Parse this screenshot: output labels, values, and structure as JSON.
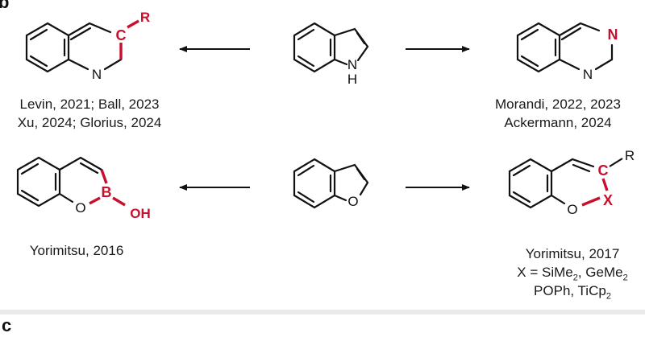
{
  "panels": {
    "b": "b",
    "c": "c"
  },
  "atoms": {
    "indole_n": "N",
    "indole_h": "H",
    "quinoline_n": "N",
    "quinoline_c": "C",
    "quinoline_r": "R",
    "quinazoline_n1": "N",
    "quinazoline_n3": "N",
    "benzofuran_o": "O",
    "oxaborine_o": "O",
    "oxaborine_b": "B",
    "oxaborine_oh": "OH",
    "hetero_o": "O",
    "hetero_x": "X",
    "hetero_c": "C",
    "hetero_r": "R"
  },
  "references": {
    "quinoline": [
      "Levin, 2021; Ball, 2023",
      "Xu, 2024; Glorius, 2024"
    ],
    "quinazoline": [
      "Morandi, 2022, 2023",
      "Ackermann, 2024"
    ],
    "oxaborine": [
      "Yorimitsu, 2016"
    ],
    "hetero": {
      "line1": "Yorimitsu, 2017",
      "x_prefix": "X = SiMe",
      "x_sub1": "2",
      "x_mid": ", GeMe",
      "x_sub2": "2",
      "p_prefix": "POPh, TiCp",
      "p_sub": "2"
    }
  },
  "colors": {
    "highlight": "#c8102e",
    "ink": "#111111",
    "band": "#e9e9e9"
  }
}
